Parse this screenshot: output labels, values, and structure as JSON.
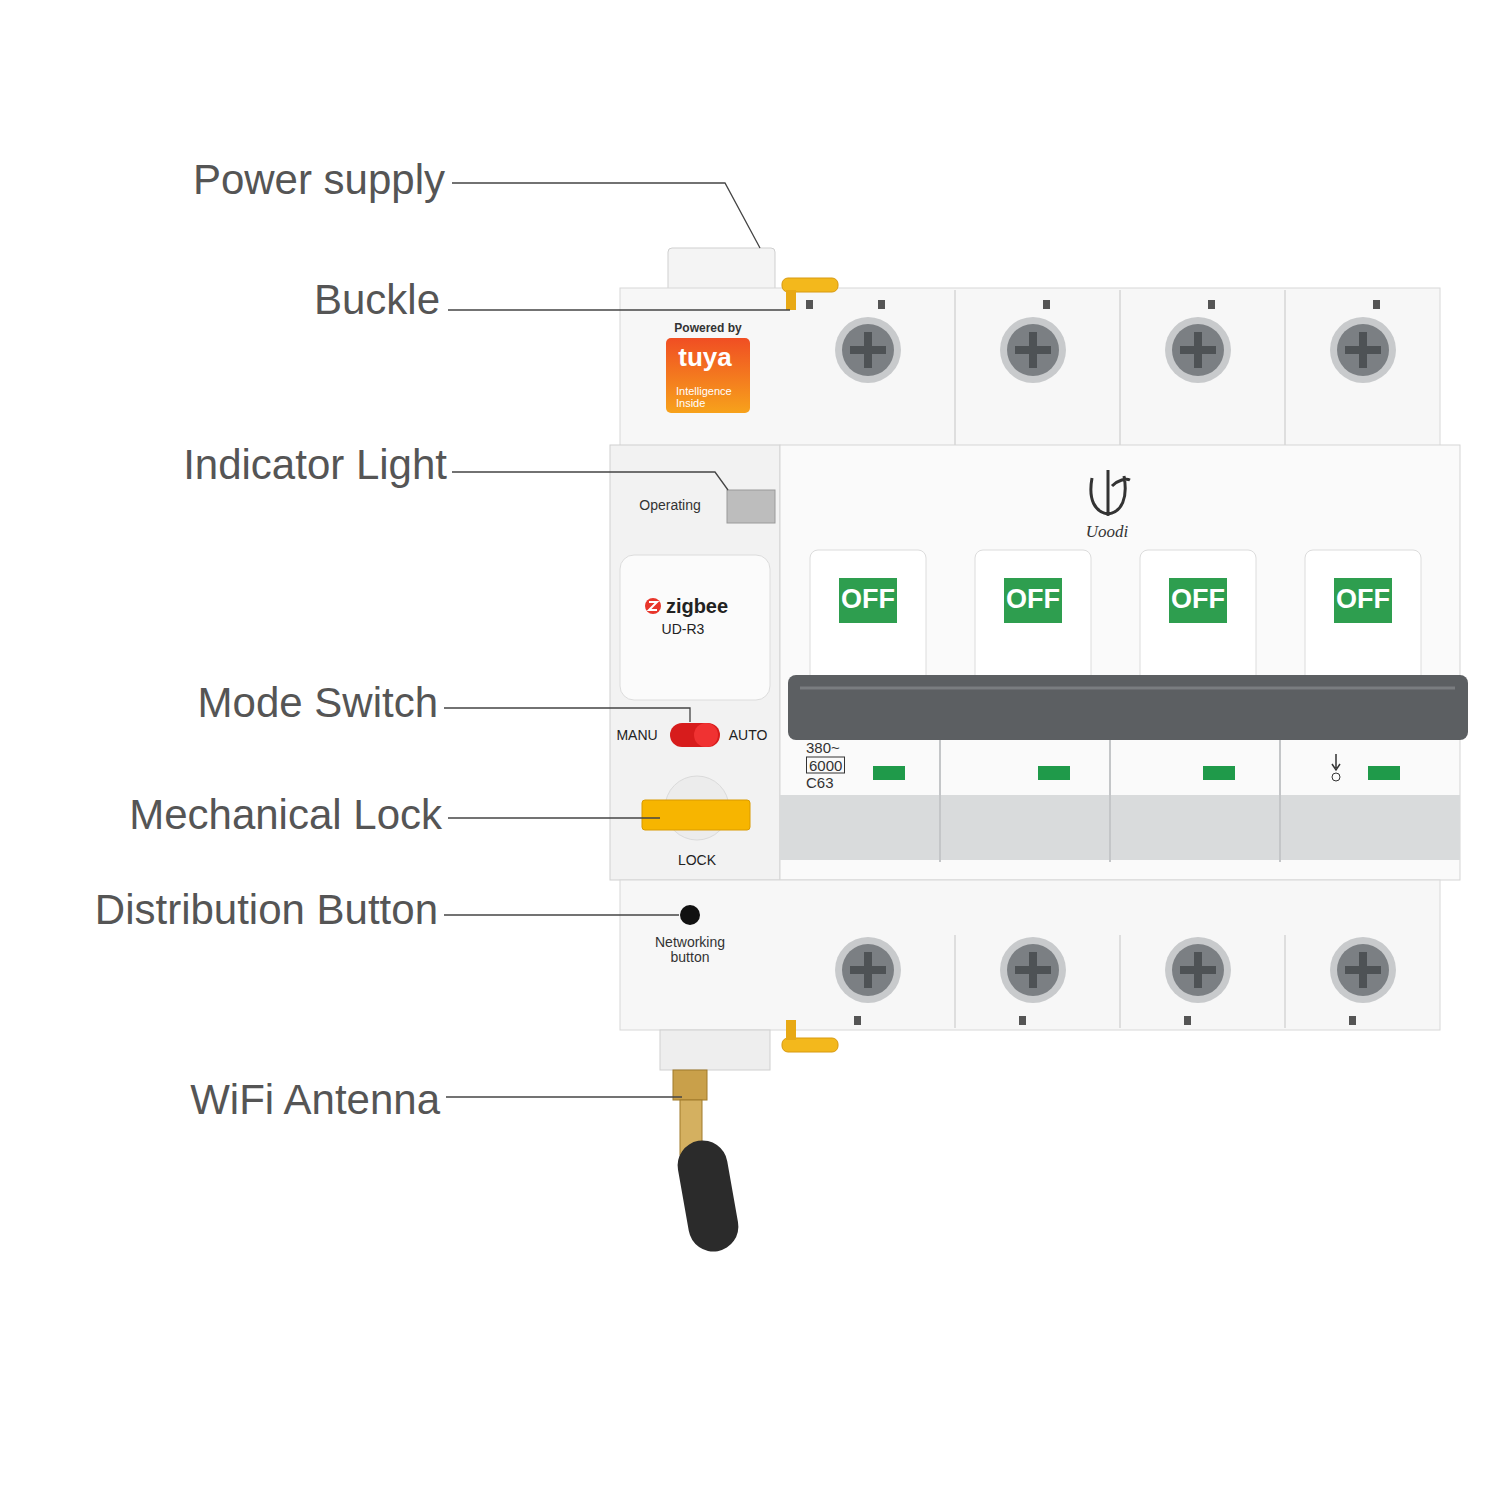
{
  "diagram": {
    "labels": [
      "Power supply",
      "Buckle",
      "Powered by",
      "tuya",
      "Intelligence Inside",
      "Indicator Light",
      "Operating",
      "Uoodi",
      "zigbee",
      "UD-R3",
      "OFF",
      "OFF",
      "OFF",
      "OFF",
      "Mode Switch",
      "MANU",
      "AUTO",
      "Mechanical Lock",
      "380~",
      "6000",
      "C63",
      "LOCK",
      "Distribution Button",
      "Networking button",
      "WiFi Antenna"
    ]
  }
}
